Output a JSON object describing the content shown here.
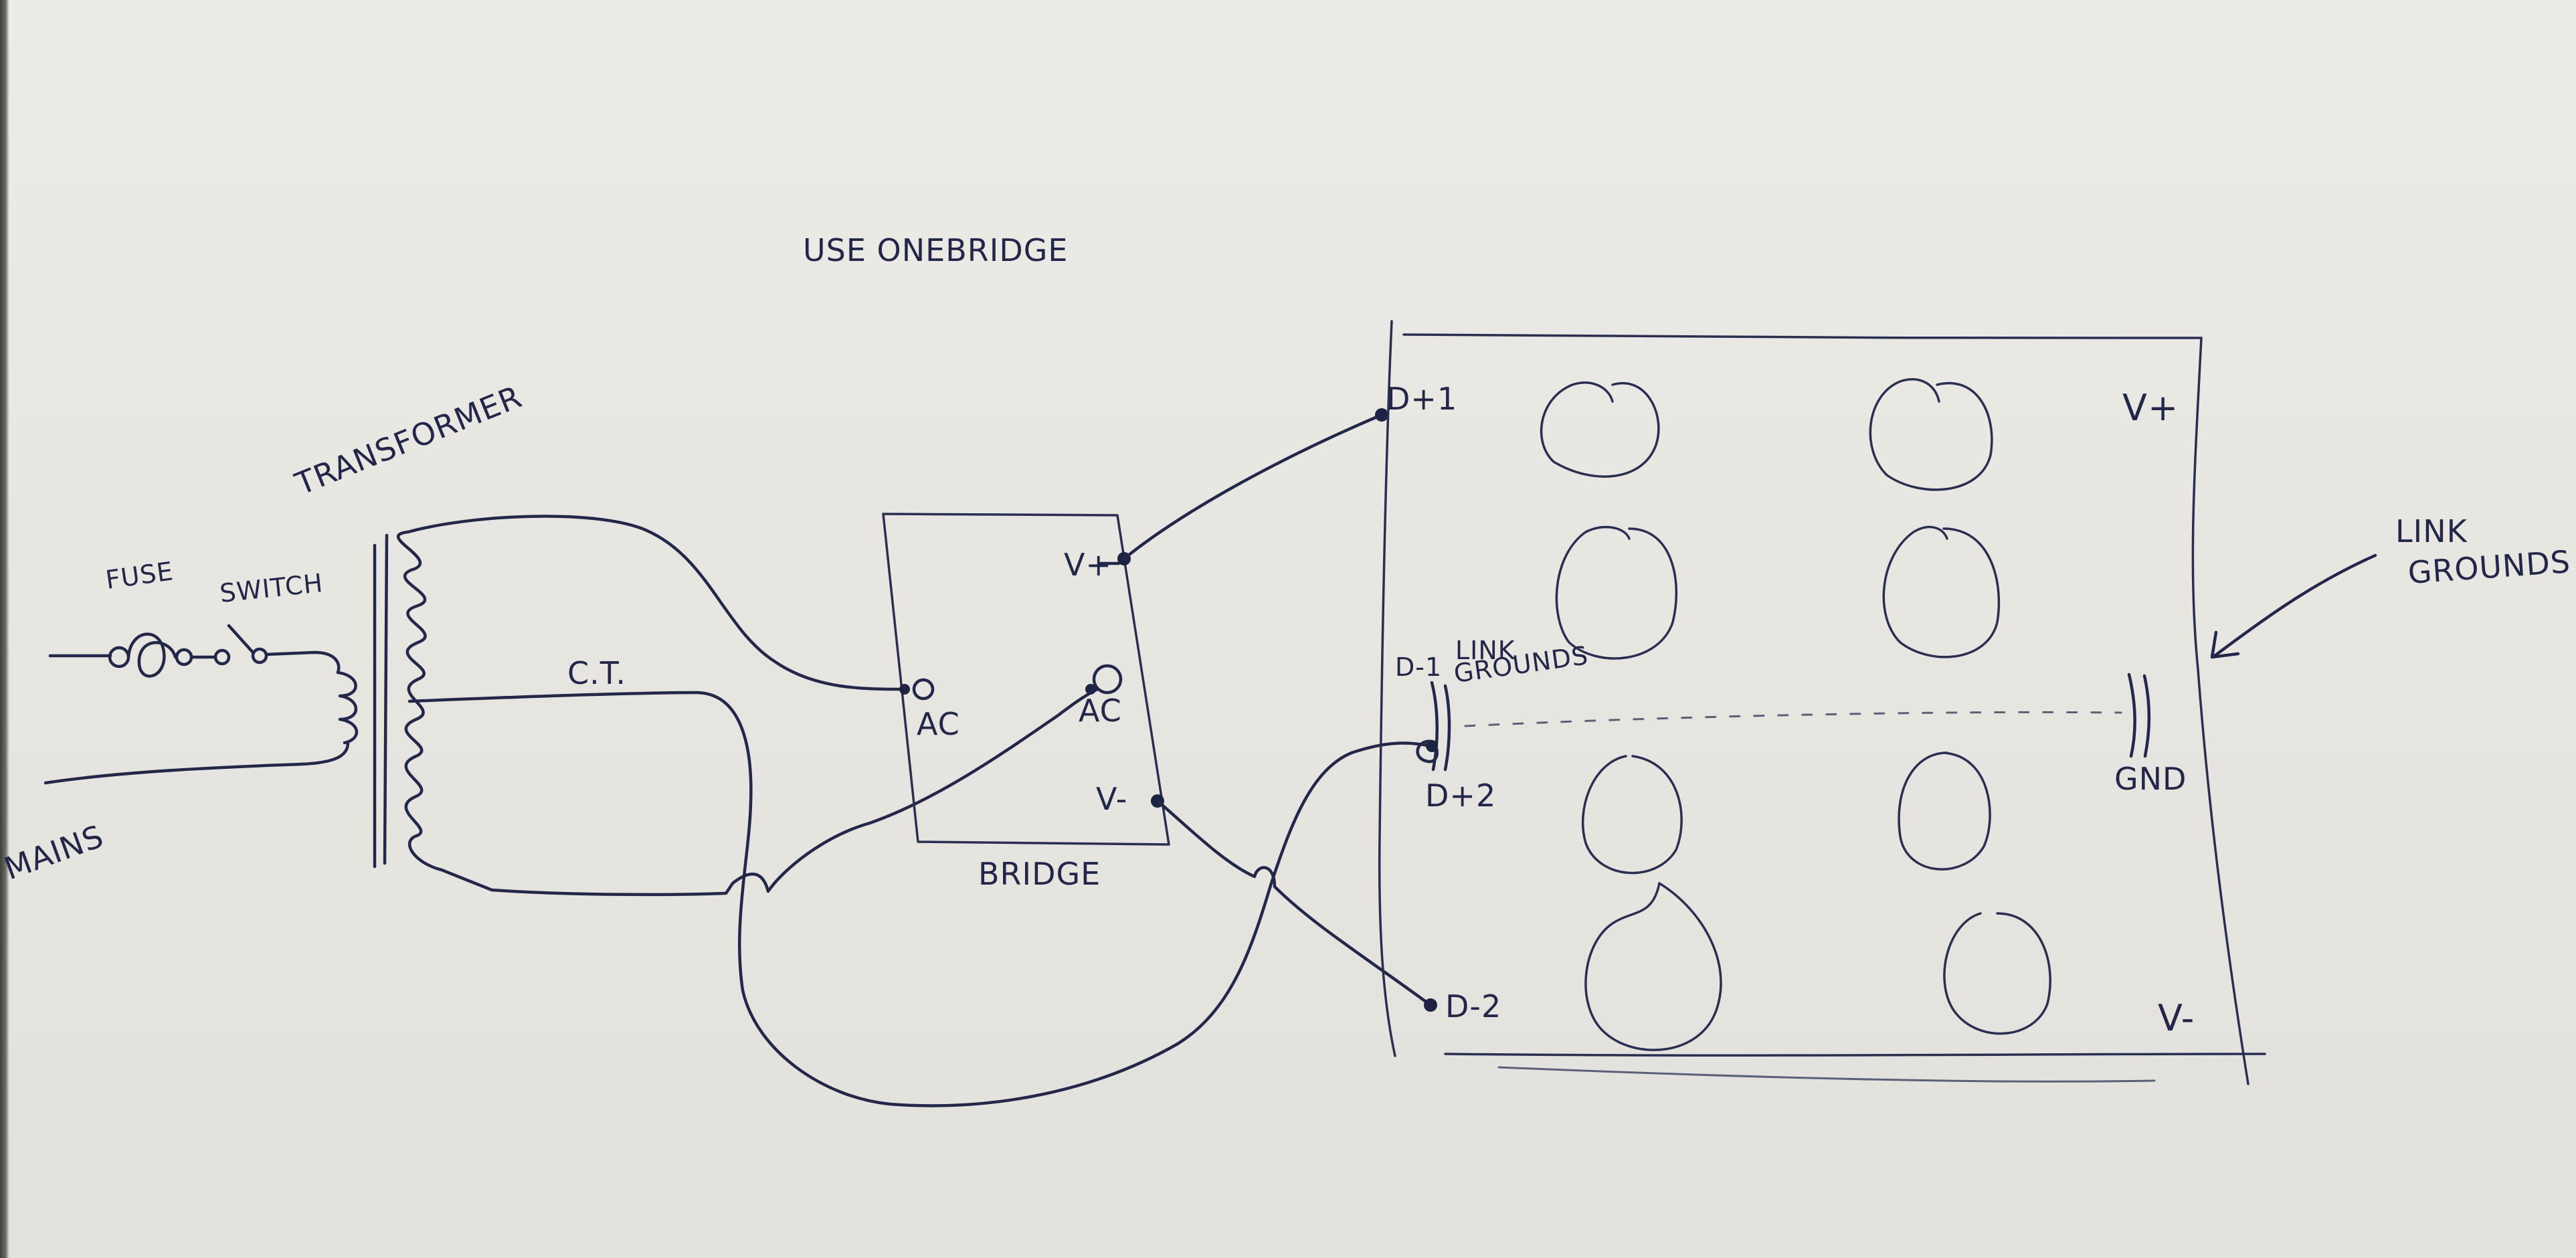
{
  "labels": {
    "title": "USE ONEBRIDGE",
    "transformer": "TRANSFORMER",
    "fuse": "FUSE",
    "switch": "SWITCH",
    "mains": "MAINS",
    "center_tap": "C.T.",
    "bridge": "BRIDGE",
    "ac_left": "AC",
    "ac_right": "AC",
    "v_plus_bridge": "V+",
    "v_minus_bridge": "V-",
    "d_plus_1": "D+1",
    "d_minus_1": "D-1",
    "d_plus_2": "D+2",
    "d_minus_2": "D-2",
    "link_grounds_inner_1": "LINK",
    "link_grounds_inner_2": "GROUNDS",
    "v_plus_board": "V+",
    "v_minus_board": "V-",
    "gnd": "GND",
    "link_grounds_note_1": "LINK",
    "link_grounds_note_2": "GROUNDS"
  },
  "colors": {
    "ink": "#23284a",
    "paper": "#e9e7e2"
  }
}
